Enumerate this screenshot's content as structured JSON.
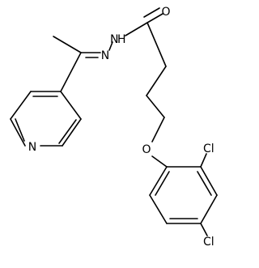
{
  "molecule": {
    "atoms": {
      "oxygen_carbonyl": "O",
      "nitrogen_amide": "N",
      "hydrogen_amide": "H",
      "nitrogen_imine": "N",
      "nitrogen_pyridine": "N",
      "oxygen_ether": "O",
      "chlorine_ortho": "Cl",
      "chlorine_para": "Cl"
    }
  }
}
